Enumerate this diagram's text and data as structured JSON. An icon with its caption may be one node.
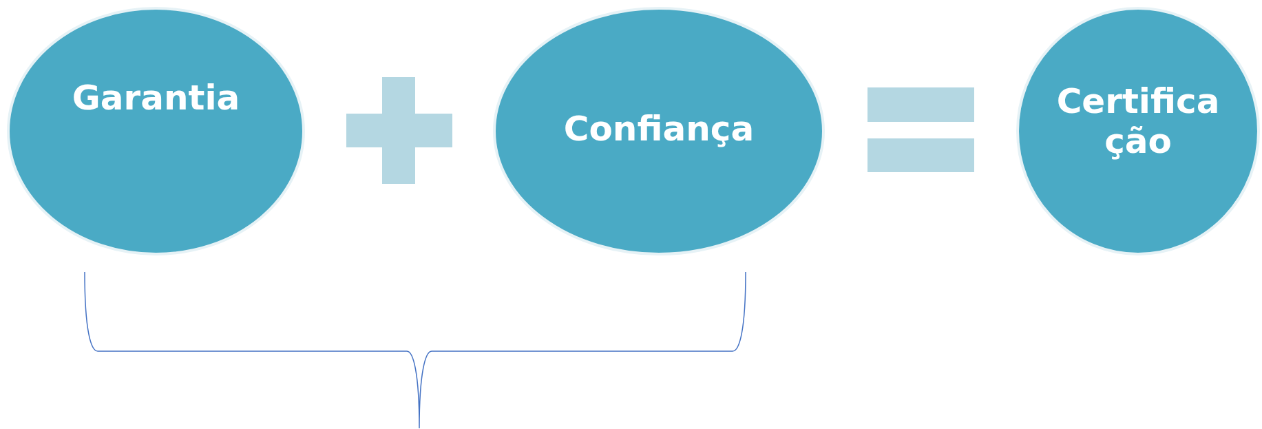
{
  "diagram": {
    "nodes": [
      {
        "text": [
          "Garantia"
        ]
      },
      {
        "text": [
          "Confiança"
        ]
      },
      {
        "text": [
          "Certificação"
        ]
      }
    ]
  }
}
